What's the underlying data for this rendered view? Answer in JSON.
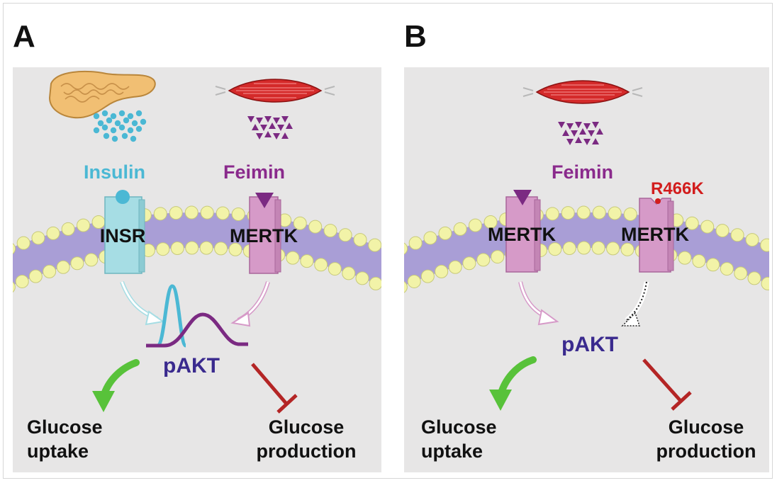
{
  "panels": {
    "a": {
      "letter": "A",
      "insulin_label": "Insulin",
      "feimin_label": "Feimin",
      "insr_label": "INSR",
      "mertk_label": "MERTK",
      "pakt_label": "pAKT",
      "uptake_line1": "Glucose",
      "uptake_line2": "uptake",
      "production_line1": "Glucose",
      "production_line2": "production"
    },
    "b": {
      "letter": "B",
      "feimin_label": "Feimin",
      "mutation_label": "R466K",
      "mertk_left_label": "MERTK",
      "mertk_right_label": "MERTK",
      "pakt_label": "pAKT",
      "uptake_line1": "Glucose",
      "uptake_line2": "uptake",
      "production_line1": "Glucose",
      "production_line2": "production"
    }
  },
  "colors": {
    "panel_bg": "#e7e6e6",
    "insulin": "#4bb8d4",
    "feimin": "#8a2a8c",
    "receptor_insr": "#a6dde4",
    "receptor_mertk": "#d69ac8",
    "membrane_band": "#a99ed6",
    "lipid_head": "#f2f3a8",
    "pakt_text": "#3a2a8e",
    "uptake_arrow": "#58c23a",
    "inhibit": "#b42525",
    "mutation": "#d21d1d"
  }
}
